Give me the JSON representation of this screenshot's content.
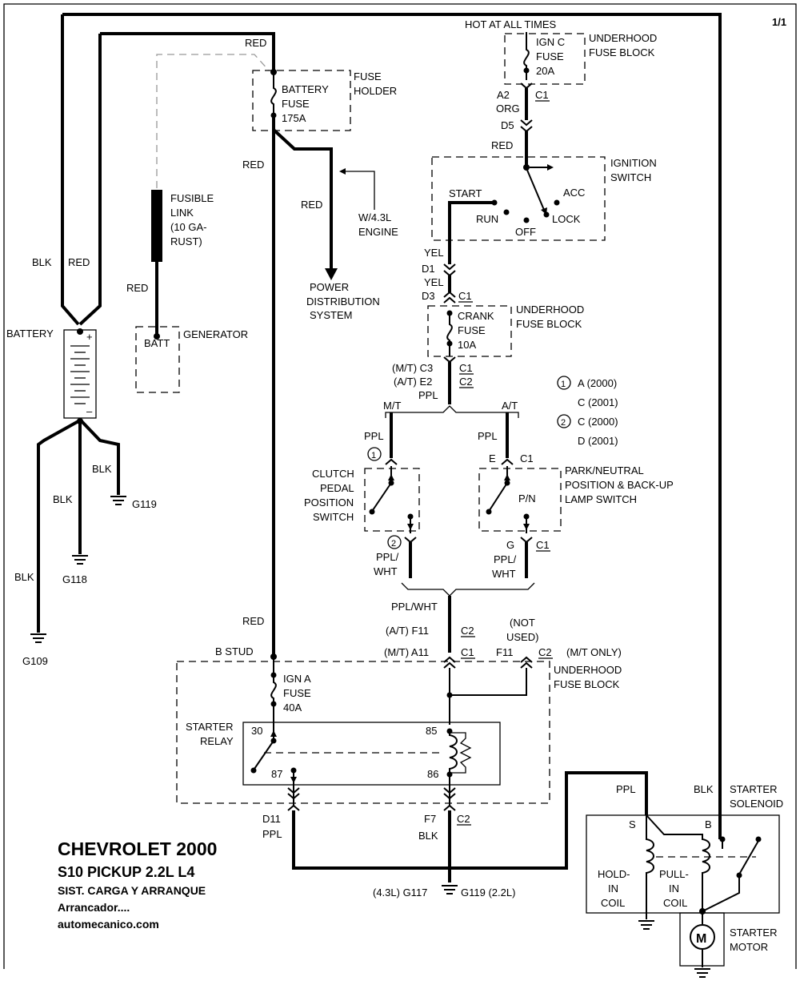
{
  "page_number": "1/1",
  "title": {
    "line1": "CHEVROLET 2000",
    "line2": "S10 PICKUP  2.2L  L4",
    "line3": "SIST. CARGA Y ARRANQUE",
    "line4": "Arrancador....",
    "line5": "automecanico.com"
  },
  "labels": {
    "hot_at_all_times": "HOT AT ALL TIMES",
    "ign_c_fuse": [
      "IGN C",
      "FUSE",
      "20A"
    ],
    "underhood_fuse_block": [
      "UNDERHOOD",
      "FUSE BLOCK"
    ],
    "a2": "A2",
    "org": "ORG",
    "c1": "C1",
    "c2": "C2",
    "d5": "D5",
    "red": "RED",
    "blk": "BLK",
    "yel": "YEL",
    "ppl": "PPL",
    "ppl_wht": "PPL/WHT",
    "ppl_slash": "PPL/",
    "wht": "WHT",
    "ignition_switch": [
      "IGNITION",
      "SWITCH"
    ],
    "start": "START",
    "acc": "ACC",
    "run": "RUN",
    "lock": "LOCK",
    "off": "OFF",
    "d1": "D1",
    "d3": "D3",
    "crank_fuse": [
      "CRANK",
      "FUSE",
      "10A"
    ],
    "mt_c3": "(M/T)  C3",
    "at_e2": "(A/T)  E2",
    "mt": "M/T",
    "at": "A/T",
    "note1_a": "A (2000)",
    "note1_b": "C (2001)",
    "note2_a": "C (2000)",
    "note2_b": "D (2001)",
    "circle1": "1",
    "circle2": "2",
    "clutch_switch": [
      "CLUTCH",
      "PEDAL",
      "POSITION",
      "SWITCH"
    ],
    "park_neutral": [
      "PARK/NEUTRAL",
      "POSITION & BACK-UP",
      "LAMP SWITCH"
    ],
    "pn": "P/N",
    "e": "E",
    "g": "G",
    "at_f11": "(A/T)   F11",
    "mt_a11": "(M/T)   A11",
    "not_used": [
      "(NOT",
      "USED)"
    ],
    "f11": "F11",
    "mt_only": "(M/T ONLY)",
    "b_stud": "B STUD",
    "ign_a_fuse": [
      "IGN A",
      "FUSE",
      "40A"
    ],
    "starter_relay": [
      "STARTER",
      "RELAY"
    ],
    "pin30": "30",
    "pin85": "85",
    "pin86": "86",
    "pin87": "87",
    "d11": "D11",
    "f7": "F7",
    "ground_bottom_left": "(4.3L) G117",
    "ground_bottom_right": "G119 (2.2L)",
    "battery": "BATTERY",
    "plus": "+",
    "minus": "–",
    "fusible_link": [
      "FUSIBLE",
      "LINK",
      "(10 GA-",
      "RUST)"
    ],
    "batt": "BATT",
    "generator": "GENERATOR",
    "fuse_holder": [
      "FUSE",
      "HOLDER"
    ],
    "battery_fuse": [
      "BATTERY",
      "FUSE",
      "175A"
    ],
    "w43": [
      "W/4.3L",
      "ENGINE"
    ],
    "power_distribution": [
      "POWER",
      "DISTRIBUTION",
      "SYSTEM"
    ],
    "g119": "G119",
    "g118": "G118",
    "g109": "G109",
    "starter_solenoid": [
      "STARTER",
      "SOLENOID"
    ],
    "s": "S",
    "b": "B",
    "hold_in_coil": [
      "HOLD-",
      "IN",
      "COIL"
    ],
    "pull_in_coil": [
      "PULL-",
      "IN",
      "COIL"
    ],
    "motor": "M",
    "starter_motor": [
      "STARTER",
      "MOTOR"
    ]
  }
}
